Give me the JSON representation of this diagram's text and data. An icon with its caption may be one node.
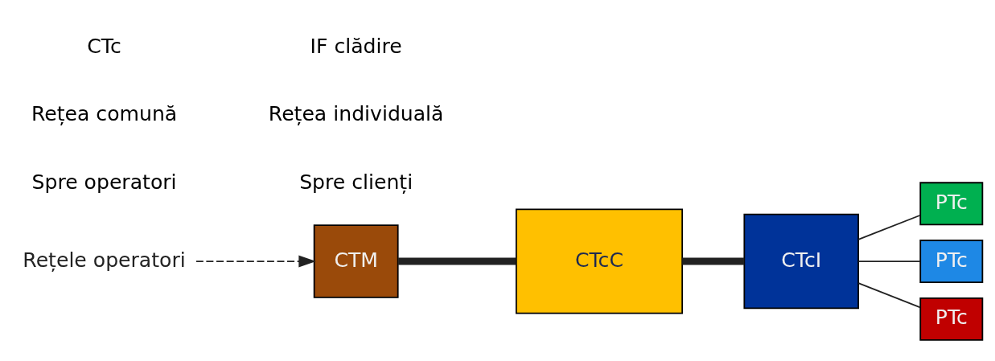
{
  "diagram": {
    "nodes": [
      {
        "text": [
          "Rețele operatori"
        ]
      },
      {
        "text": [
          "CTM"
        ]
      },
      {
        "text": [
          "CTcC"
        ]
      },
      {
        "text": [
          "CTcI"
        ]
      },
      {
        "text": [
          "PTc"
        ]
      },
      {
        "text": [
          "PTc"
        ]
      },
      {
        "text": [
          "PTc"
        ]
      }
    ],
    "edges": [
      {
        "from": 0,
        "to": 1,
        "arrow": "to",
        "style": "dashed"
      },
      {
        "from": 1,
        "to": 2,
        "arrow": "none",
        "style": "thick"
      },
      {
        "from": 2,
        "to": 3,
        "arrow": "none",
        "style": "thick"
      },
      {
        "from": 3,
        "to": 4,
        "arrow": "none"
      },
      {
        "from": 3,
        "to": 5,
        "arrow": "none"
      },
      {
        "from": 3,
        "to": 6,
        "arrow": "none"
      }
    ],
    "labels": [
      "Spre operatori",
      "Spre clienți",
      "Rețea comună",
      "Rețea individuală",
      "CTc",
      "IF clădire"
    ]
  }
}
